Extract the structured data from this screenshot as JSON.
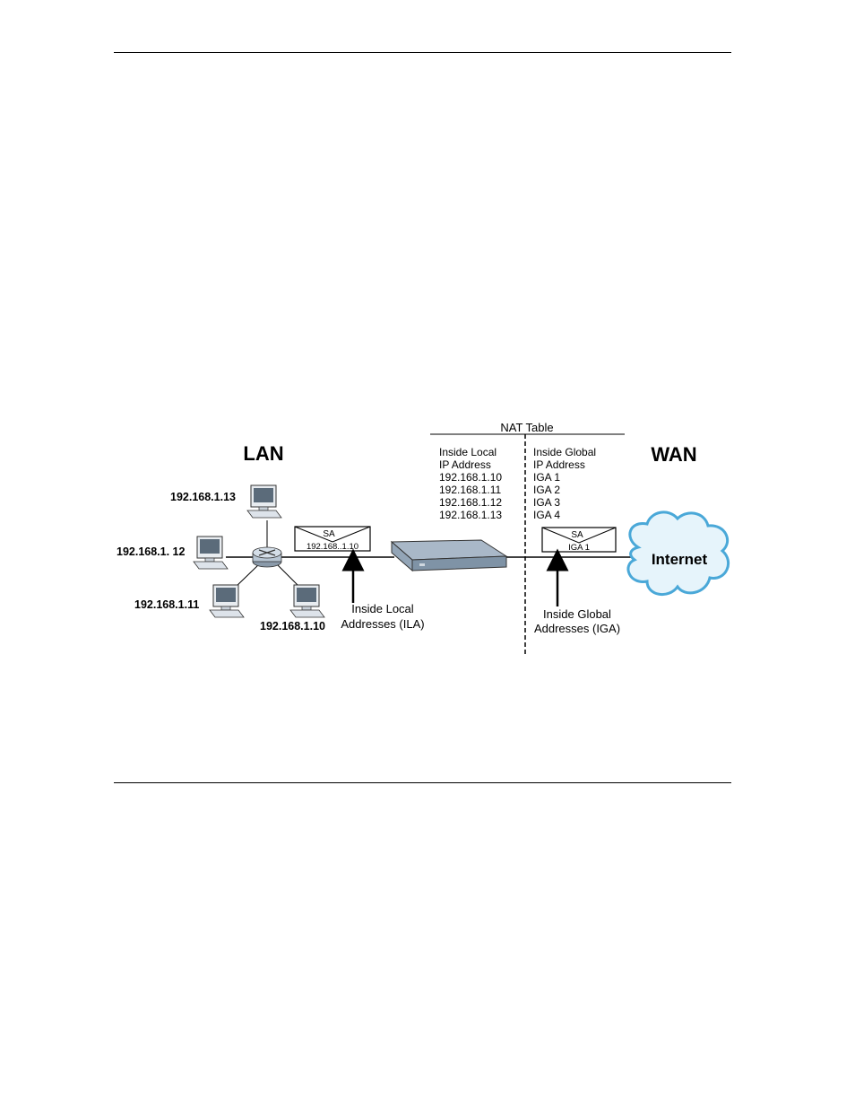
{
  "diagram": {
    "lan_label": "LAN",
    "wan_label": "WAN",
    "nat_table": {
      "title": "NAT Table",
      "local_header": [
        "Inside Local",
        "IP Address"
      ],
      "global_header": [
        "Inside Global",
        "IP Address"
      ],
      "local_ips": [
        "192.168.1.10",
        "192.168.1.11",
        "192.168.1.12",
        "192.168.1.13"
      ],
      "global_ips": [
        "IGA 1",
        "IGA 2",
        "IGA 3",
        "IGA 4"
      ]
    },
    "hosts": [
      "192.168.1.13",
      "192.168.1. 12",
      "192.168.1.11",
      "192.168.1.10"
    ],
    "packet_lan": {
      "tag": "SA",
      "address": "192.168..1.10"
    },
    "packet_wan": {
      "tag": "SA",
      "address": "IGA 1"
    },
    "ila_label": [
      "Inside Local",
      "Addresses (ILA)"
    ],
    "iga_label": [
      "Inside Global",
      "Addresses (IGA)"
    ],
    "internet_label": "Internet",
    "colors": {
      "cloud_edge": "#4aa8d8",
      "cloud_fill": "#e6f4fb",
      "router_top": "#a9b8c8",
      "router_front": "#7f93a6",
      "monitor_screen": "#5b6b7a"
    }
  }
}
